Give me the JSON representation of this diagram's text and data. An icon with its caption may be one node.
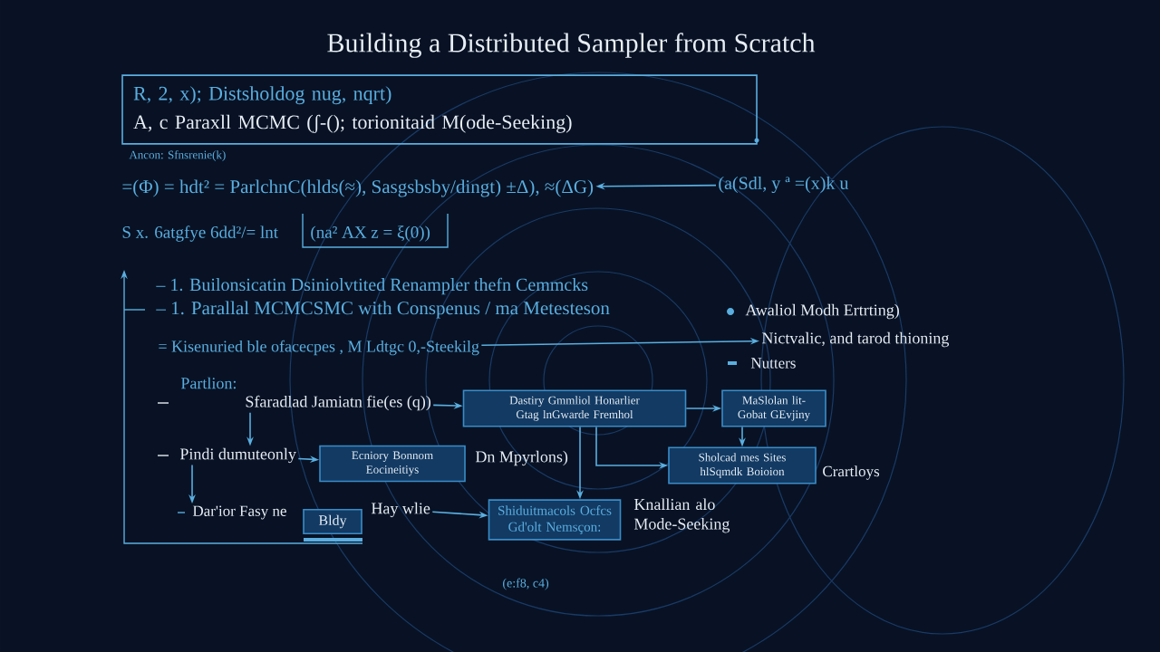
{
  "diagram": {
    "title": "Building a Distributed Sampler from Scratch",
    "nodes": [
      {
        "text": [
          "R, 2, x); Distsholdog nug, nqrt)",
          "A, c Paraxll MCMC (ʃ-(); torionitaid M(ode-Seeking)"
        ]
      },
      {
        "text": [
          "=(Φ) = hdt² = ParlchnC(hlds(≈), Sasgsbsby/dingt) ±Δ), ≈(ΔG)"
        ]
      },
      {
        "text": [
          "(a(Sdl, y ª =(x)k u"
        ]
      },
      {
        "text": [
          "= Kisenuried ble ofacecpes , M Ldtgc 0,-Steekilg"
        ]
      },
      {
        "text": [
          "Nictvalic, and tarod thioning"
        ]
      },
      {
        "text": [
          "Sfaradlad Jamiatn fie(es (q))"
        ]
      },
      {
        "text": [
          "Dastiry Gmmliol Honarlier Gtag lnGwarde Fremhol"
        ]
      },
      {
        "text": [
          "MaSlolan lit- Gobat GEvjiny"
        ]
      },
      {
        "text": [
          "Pindi dumuteonly"
        ]
      },
      {
        "text": [
          "Ecniory Bonnom Eocineitiys"
        ]
      },
      {
        "text": [
          "Sholcad mes Sites hlSqmdk Boioion"
        ]
      },
      {
        "text": [
          "Dar'ior Fasy ne"
        ]
      },
      {
        "text": [
          "Bldy"
        ]
      },
      {
        "text": [
          "Hay wlie"
        ]
      },
      {
        "text": [
          "Shiduitmacols Ocfcs Gd'olt Nemsçon:"
        ]
      }
    ],
    "edges": [
      {
        "from": 2,
        "to": 1,
        "arrow": "to"
      },
      {
        "from": 3,
        "to": 4,
        "arrow": "to"
      },
      {
        "from": 5,
        "to": 6,
        "arrow": "to"
      },
      {
        "from": 6,
        "to": 7,
        "arrow": "to"
      },
      {
        "from": 7,
        "to": 10,
        "arrow": "to"
      },
      {
        "from": 6,
        "to": 10,
        "arrow": "to"
      },
      {
        "from": 6,
        "to": 14,
        "arrow": "to"
      },
      {
        "from": 5,
        "to": 8,
        "arrow": "to"
      },
      {
        "from": 8,
        "to": 9,
        "arrow": "to"
      },
      {
        "from": 8,
        "to": 11,
        "arrow": "to"
      },
      {
        "from": 13,
        "to": 14,
        "arrow": "to"
      }
    ],
    "labels": [
      "Ancon: Sfnsrenie(k)",
      "S x. 6atgfye 6dd²/= lnt",
      "(na² AX z = ξ(0))",
      "– 1.    Builonsicatin Dsiniolvtited Renampler thefn Cemmcks",
      "– 1.    Parallal MCMCSMC with Conspenus / ma Metesteson",
      "Awaliol Modh Ertrting)",
      "Nutters",
      "Partlion:",
      "Dn Mpyrlons)",
      "Crartloys",
      "Knallian alo Mode-Seeking",
      "(e:f8, c4)"
    ]
  }
}
